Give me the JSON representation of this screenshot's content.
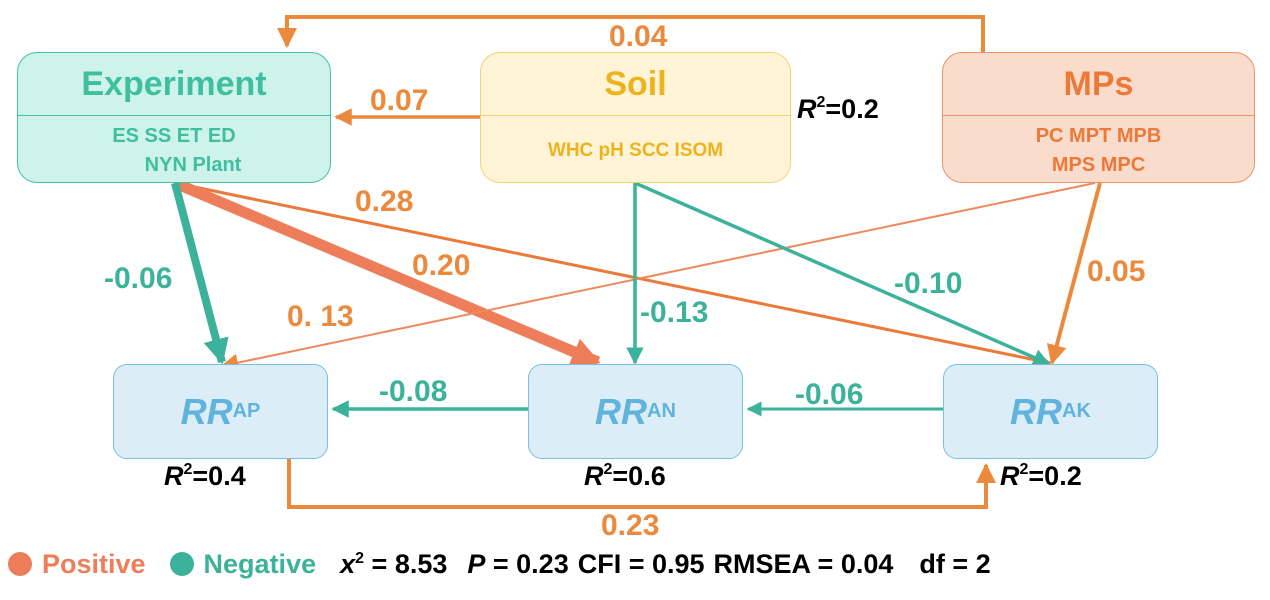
{
  "colors": {
    "positive": "#eb8a3c",
    "negative": "#3cb29a",
    "positive_thick": "#ee7d5a"
  },
  "boxes": {
    "experiment": {
      "title": "Experiment",
      "line1": "ES SS ET ED",
      "line2": "NYN Plant"
    },
    "soil": {
      "title": "Soil",
      "line1": "WHC pH SCC ISOM"
    },
    "mps": {
      "title": "MPs",
      "line1": "PC MPT MPB",
      "line2": "MPS MPC"
    }
  },
  "outcomes": {
    "ap": {
      "main": "RR",
      "sub": "AP"
    },
    "an": {
      "main": "RR",
      "sub": "AN"
    },
    "ak": {
      "main": "RR",
      "sub": "AK"
    }
  },
  "r_squared": {
    "soil": {
      "prefix": "R",
      "sup": "2",
      "value": "=0.2"
    },
    "ap": {
      "prefix": "R",
      "sup": "2",
      "value": "=0.4"
    },
    "an": {
      "prefix": "R",
      "sup": "2",
      "value": "=0.6"
    },
    "ak": {
      "prefix": "R",
      "sup": "2",
      "value": "=0.2"
    }
  },
  "paths": [
    {
      "id": "mps-experiment",
      "coef": "0.04",
      "sign": "positive"
    },
    {
      "id": "soil-experiment",
      "coef": "0.07",
      "sign": "positive"
    },
    {
      "id": "experiment-rrak",
      "coef": "0.28",
      "sign": "positive"
    },
    {
      "id": "experiment-rran",
      "coef": "0.20",
      "sign": "positive"
    },
    {
      "id": "experiment-rrap",
      "coef": "-0.06",
      "sign": "negative"
    },
    {
      "id": "mps-rrap",
      "coef": "0. 13",
      "sign": "positive"
    },
    {
      "id": "soil-rran",
      "coef": "-0.13",
      "sign": "negative"
    },
    {
      "id": "soil-rrak",
      "coef": "-0.10",
      "sign": "negative"
    },
    {
      "id": "mps-rrak",
      "coef": "0.05",
      "sign": "positive"
    },
    {
      "id": "rran-rrap",
      "coef": "-0.08",
      "sign": "negative"
    },
    {
      "id": "rrak-rran",
      "coef": "-0.06",
      "sign": "negative"
    },
    {
      "id": "rrap-rrak",
      "coef": "0.23",
      "sign": "positive"
    }
  ],
  "legend": {
    "positive": "Positive",
    "negative": "Negative",
    "chi_symbol": "x",
    "chi_sup": "2",
    "chi_value": " = 8.53",
    "p_symbol": "P",
    "p_value": " = 0.23",
    "cfi": "CFI = 0.95",
    "rmsea": "RMSEA = 0.04",
    "df": "df = 2"
  }
}
